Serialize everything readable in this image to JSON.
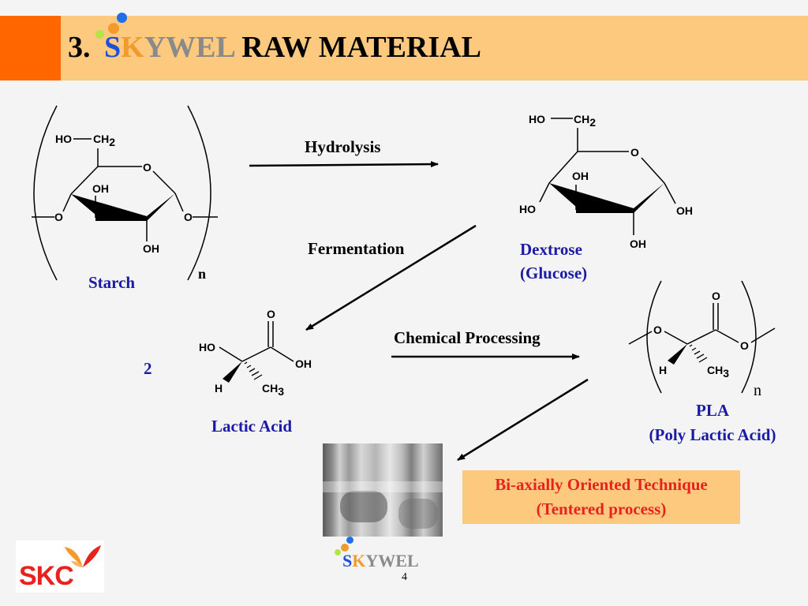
{
  "slide": {
    "title_number": "3.",
    "brand_letters": [
      {
        "char": "S",
        "color": "#1f4fd8"
      },
      {
        "char": "K",
        "color": "#f29b2c"
      },
      {
        "char": "Y",
        "color": "#8a8a8a"
      },
      {
        "char": "W",
        "color": "#8a8a8a"
      },
      {
        "char": "E",
        "color": "#8a8a8a"
      },
      {
        "char": "L",
        "color": "#8a8a8a"
      }
    ],
    "title_rest": "RAW MATERIAL",
    "page_number": "4"
  },
  "colors": {
    "title_bar": "#fcc97f",
    "title_accent": "#ff6600",
    "label_blue": "#1a1aa6",
    "label_red": "#e8231e",
    "dot_blue": "#1f6fe8",
    "dot_orange": "#f29b2c",
    "dot_green": "#b7e34a"
  },
  "diagram": {
    "starch_label": "Starch",
    "starch_n": "n",
    "dextrose_label": "Dextrose",
    "glucose_label": "(Glucose)",
    "hydrolysis_label": "Hydrolysis",
    "fermentation_label": "Fermentation",
    "chemical_processing_label": "Chemical Processing",
    "coefficient_label": "2",
    "lactic_acid_label": "Lactic Acid",
    "pla_label": "PLA",
    "pla_full_label": "(Poly Lactic Acid)",
    "pla_n": "n",
    "technique_line1": "Bi-axially Oriented Technique",
    "technique_line2": "(Tentered process)"
  },
  "structure_atoms": {
    "ho": "HO",
    "ch": "CH",
    "sub2": "2",
    "sub3": "3",
    "o": "O",
    "oh": "OH",
    "h": "H"
  },
  "logos": {
    "skc_text": "SKC",
    "footer_brand": [
      "S",
      "K",
      "Y",
      "W",
      "E",
      "L"
    ]
  }
}
